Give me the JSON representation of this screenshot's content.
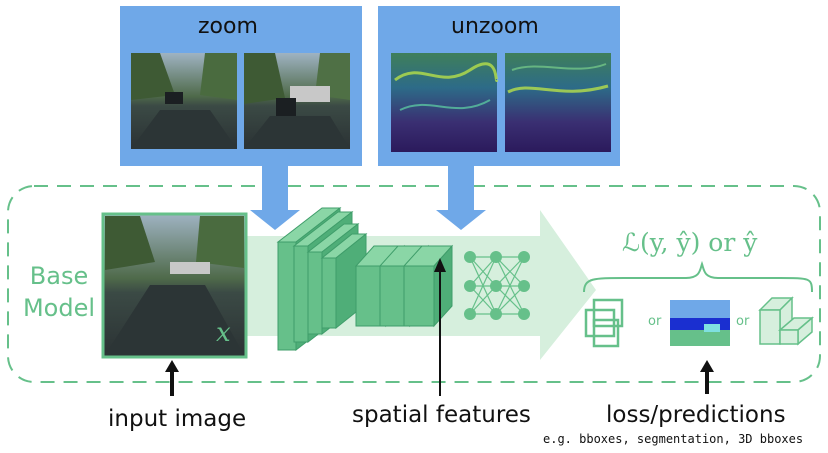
{
  "labels": {
    "zoom": "zoom",
    "unzoom": "unzoom",
    "base_model": "Base Model",
    "input_image": "input image",
    "input_var": "x",
    "spatial_features": "spatial features",
    "loss_predictions": "loss/predictions",
    "examples": "e.g. bboxes, segmentation, 3D bboxes",
    "formula": "ℒ(y, ŷ) or ŷ",
    "or_1": "or",
    "or_2": "or"
  },
  "colors": {
    "blue": "#6fa8e8",
    "green": "#66c08a",
    "light_green": "#d6efdd",
    "dark_text": "#111111"
  }
}
